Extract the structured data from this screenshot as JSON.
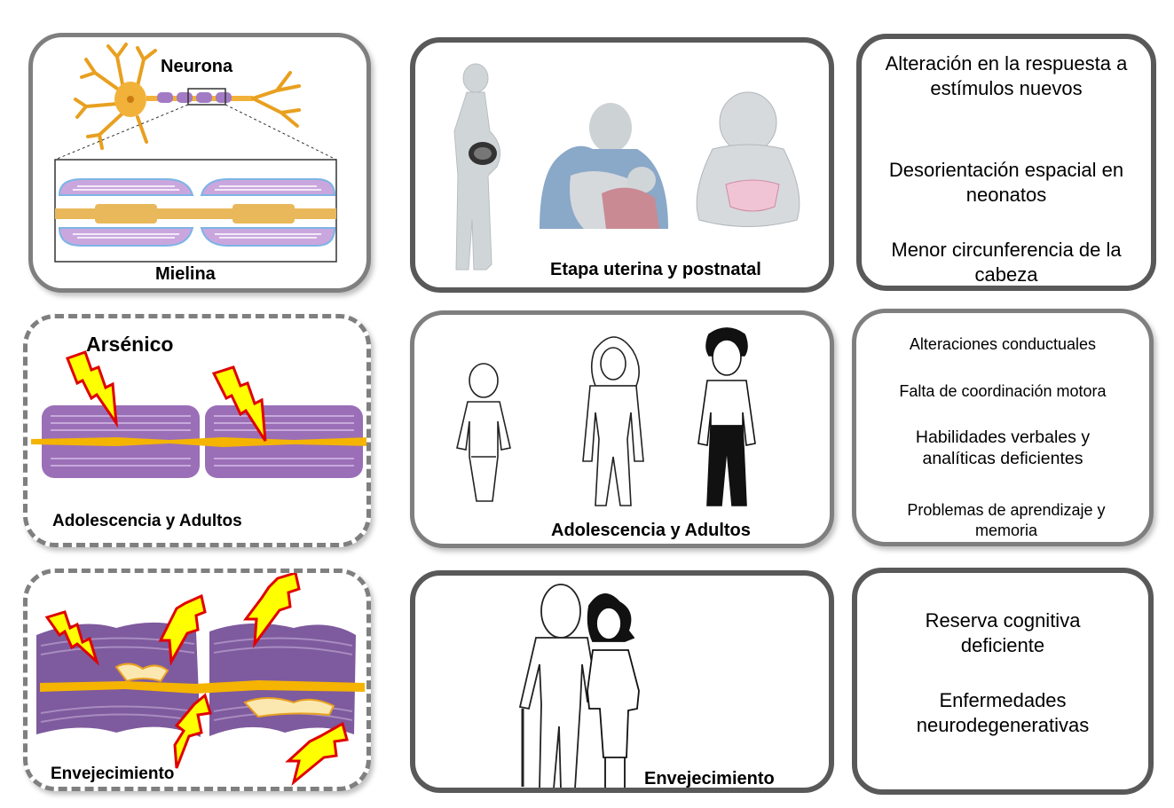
{
  "panels": {
    "neuron": {
      "top_label": "Neurona",
      "bottom_label": "Mielina"
    },
    "arsenic": {
      "title": "Arsénico",
      "label": "Adolescencia y Adultos"
    },
    "aging": {
      "label": "Envejecimiento"
    },
    "uterine": {
      "label": "Etapa uterina y postnatal"
    },
    "adults": {
      "label": "Adolescencia y Adultos"
    },
    "elderly": {
      "label": "Envejecimiento"
    }
  },
  "effects": {
    "early": [
      "Alteración en la respuesta a estímulos nuevos",
      "Desorientación espacial en neonatos",
      "Menor circunferencia de la cabeza"
    ],
    "adult": [
      "Alteraciones conductuales",
      "Falta de coordinación motora",
      "Habilidades verbales y analíticas deficientes",
      "Problemas de aprendizaje y memoria"
    ],
    "aging": [
      "Reserva cognitiva deficiente",
      "Enfermedades neurodegenerativas"
    ]
  },
  "colors": {
    "border_dark": "#595959",
    "border_light": "#7f7f7f",
    "myelin": "#9b6fb7",
    "axon": "#f5b400",
    "bolt": "#ffff00",
    "bolt_edge": "#e00000"
  }
}
